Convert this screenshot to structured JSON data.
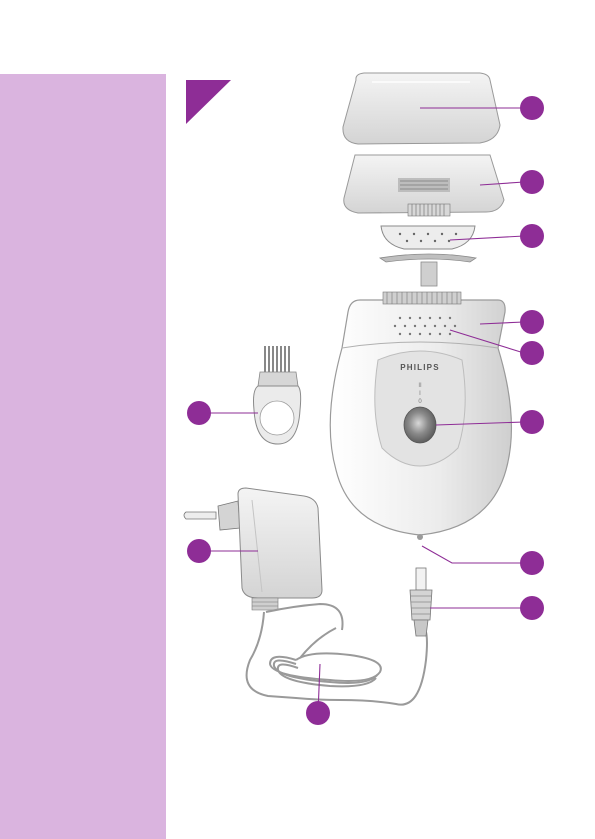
{
  "brand": {
    "logo_text": "PHILIPS"
  },
  "switch_marks": [
    "II",
    "I",
    "0"
  ],
  "colors": {
    "sidebar": "#dab4df",
    "accent": "#8e2d96",
    "callout_line": "#8e2d96",
    "device_body": "#e8e8e8"
  },
  "callouts": [
    {
      "part": "cap"
    },
    {
      "part": "guard"
    },
    {
      "part": "epilating-head"
    },
    {
      "part": "shaving-head-frame"
    },
    {
      "part": "tweezer-openings"
    },
    {
      "part": "on-off-switch"
    },
    {
      "part": "socket"
    },
    {
      "part": "appliance-plug"
    },
    {
      "part": "cleaning-brush"
    },
    {
      "part": "adapter"
    },
    {
      "part": "cord"
    }
  ]
}
